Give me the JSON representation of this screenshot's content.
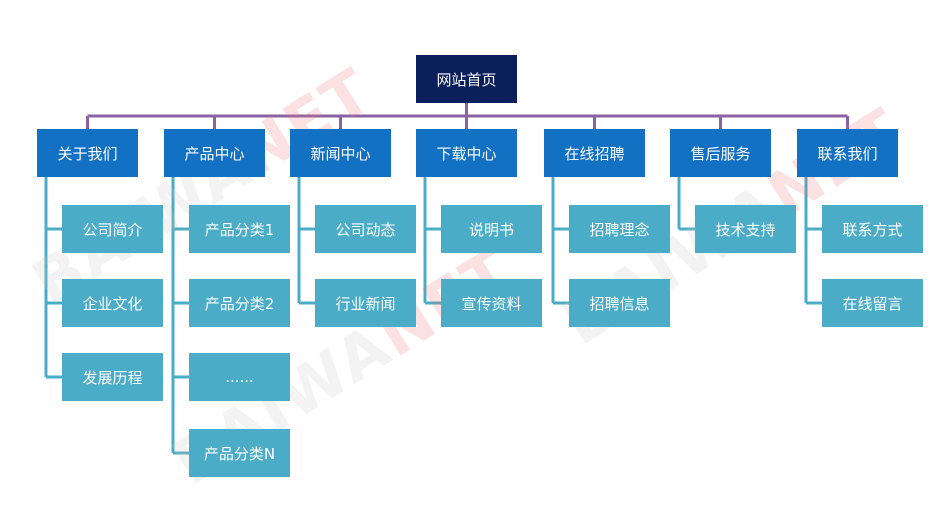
{
  "root": "网站首页",
  "categories": [
    {
      "label": "关于我们",
      "items": [
        "公司简介",
        "企业文化",
        "发展历程"
      ]
    },
    {
      "label": "产品中心",
      "items": [
        "产品分类1",
        "产品分类2",
        "......",
        "产品分类N"
      ]
    },
    {
      "label": "新闻中心",
      "items": [
        "公司动态",
        "行业新闻"
      ]
    },
    {
      "label": "下载中心",
      "items": [
        "说明书",
        "宣传资料"
      ]
    },
    {
      "label": "在线招聘",
      "items": [
        "招聘理念",
        "招聘信息"
      ]
    },
    {
      "label": "售后服务",
      "items": [
        "技术支持"
      ]
    },
    {
      "label": "联系我们",
      "items": [
        "联系方式",
        "在线留言"
      ]
    }
  ],
  "watermark": {
    "part1": "BAIWA",
    "part2": "NET"
  },
  "colors": {
    "root": "#0b1f5c",
    "category": "#1371c4",
    "leaf": "#4aacc6",
    "top_connector": "#8b62a4",
    "branch_connector": "#4aacc6"
  }
}
